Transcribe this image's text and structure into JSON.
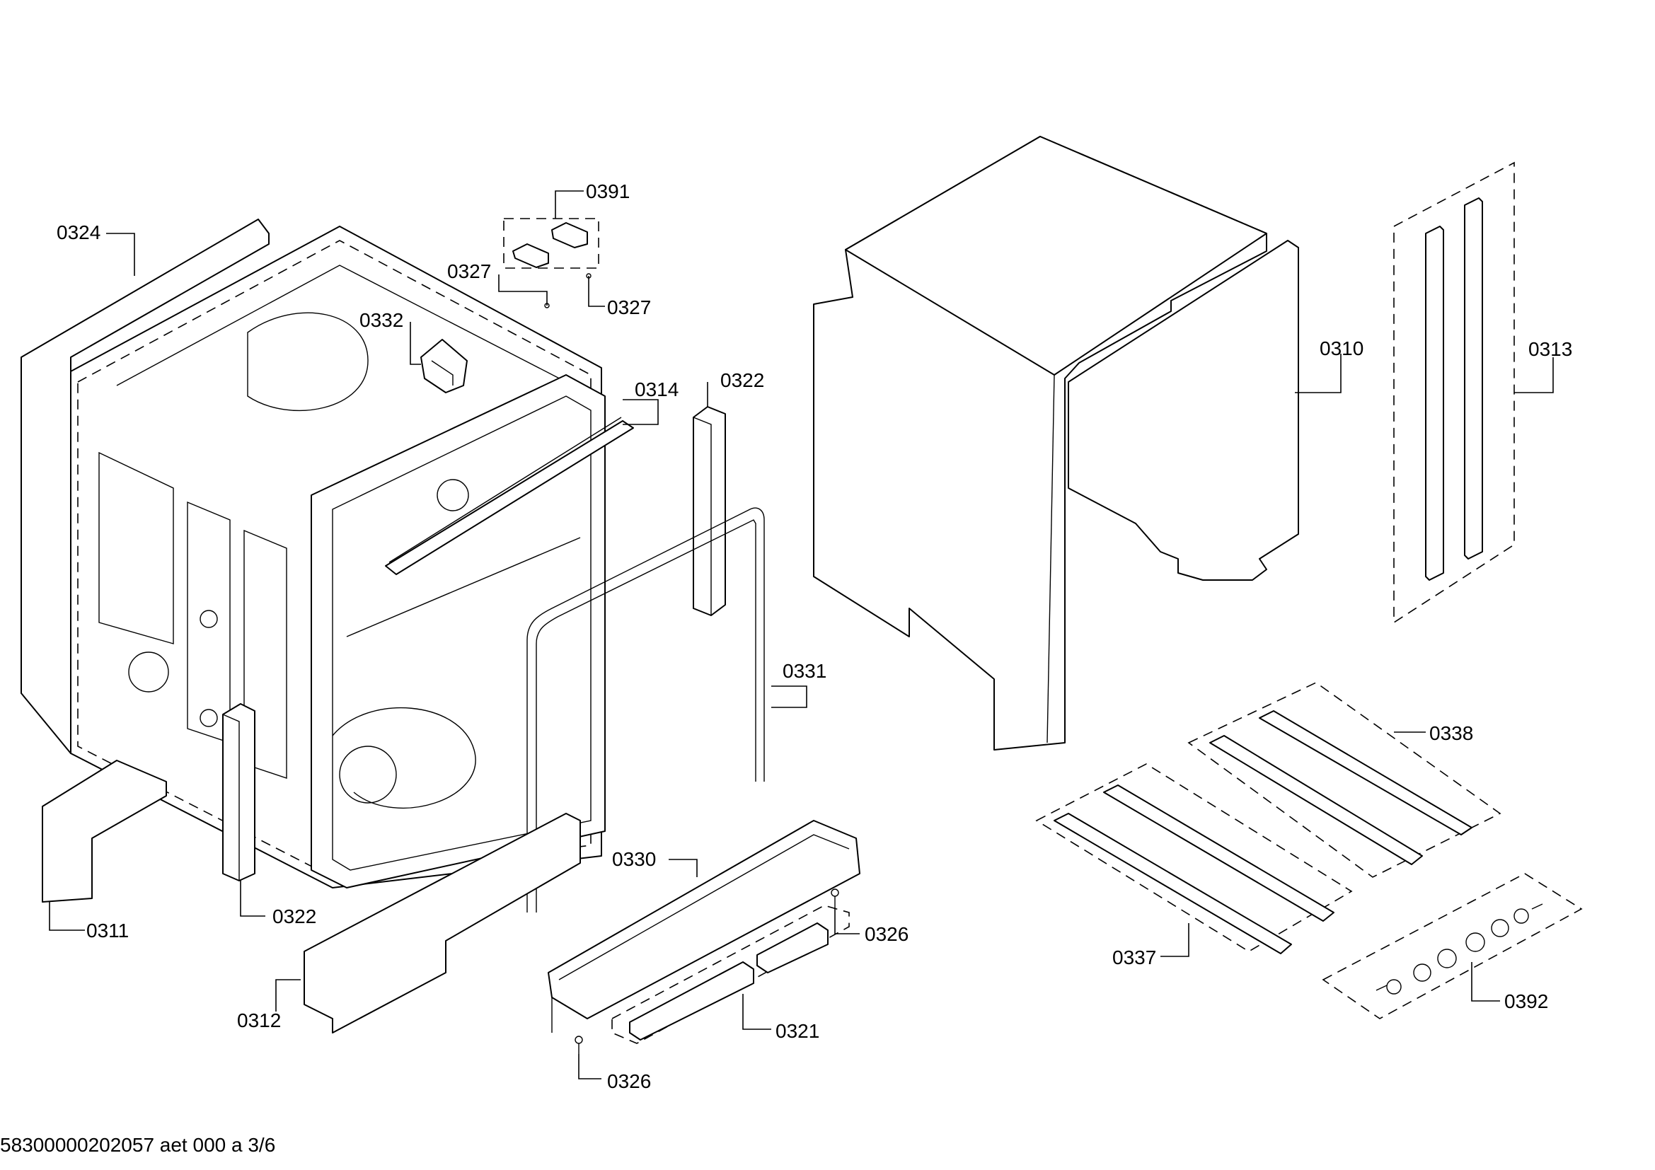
{
  "labels": {
    "p0324": "0324",
    "p0327a": "0327",
    "p0327b": "0327",
    "p0391": "0391",
    "p0332": "0332",
    "p0314": "0314",
    "p0322a": "0322",
    "p0322b": "0322",
    "p0331": "0331",
    "p0311": "0311",
    "p0312": "0312",
    "p0330": "0330",
    "p0326a": "0326",
    "p0326b": "0326",
    "p0321": "0321",
    "p0310": "0310",
    "p0313": "0313",
    "p0338": "0338",
    "p0337": "0337",
    "p0392": "0392"
  },
  "footer": "58300000202057 aet 000 a 3/6"
}
